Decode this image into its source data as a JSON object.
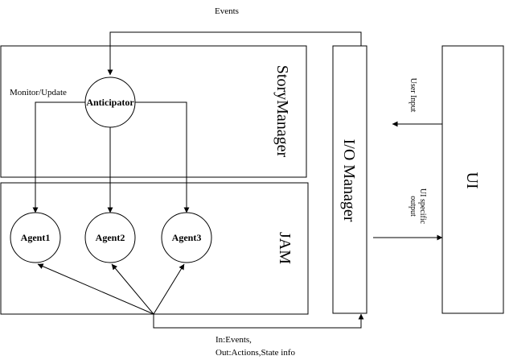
{
  "labels": {
    "events": "Events",
    "monitor_update": "Monitor/Update",
    "story_manager": "StoryManager",
    "jam": "JAM",
    "io_manager": "I/O Manager",
    "ui": "UI",
    "user_input": "User Input",
    "ui_specific_output_1": "UI specific",
    "ui_specific_output_2": "output",
    "in_events": "In:Events,",
    "out_actions": "Out:Actions,State info"
  },
  "nodes": {
    "anticipator": "Anticipator",
    "agent1": "Agent1",
    "agent2": "Agent2",
    "agent3": "Agent3"
  }
}
